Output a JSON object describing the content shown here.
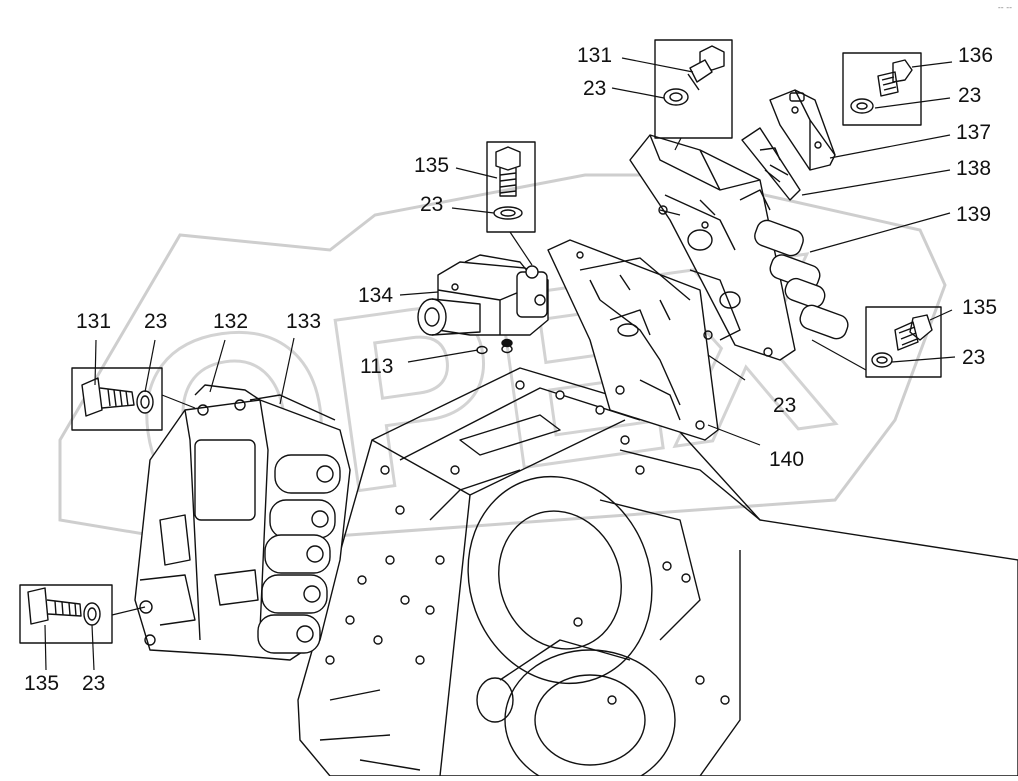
{
  "watermark": {
    "text": "OPEX"
  },
  "corner_mark": "-- --",
  "callouts": [
    {
      "id": "c131a",
      "text": "131"
    },
    {
      "id": "c23a",
      "text": "23"
    },
    {
      "id": "c136",
      "text": "136"
    },
    {
      "id": "c23b",
      "text": "23"
    },
    {
      "id": "c137",
      "text": "137"
    },
    {
      "id": "c138",
      "text": "138"
    },
    {
      "id": "c135a",
      "text": "135"
    },
    {
      "id": "c23c",
      "text": "23"
    },
    {
      "id": "c139",
      "text": "139"
    },
    {
      "id": "c134",
      "text": "134"
    },
    {
      "id": "c135b",
      "text": "135"
    },
    {
      "id": "c23d",
      "text": "23"
    },
    {
      "id": "c113",
      "text": "113"
    },
    {
      "id": "c131b",
      "text": "131"
    },
    {
      "id": "c23e",
      "text": "23"
    },
    {
      "id": "c132",
      "text": "132"
    },
    {
      "id": "c133",
      "text": "133"
    },
    {
      "id": "c23f",
      "text": "23"
    },
    {
      "id": "c140",
      "text": "140"
    },
    {
      "id": "c135c",
      "text": "135"
    },
    {
      "id": "c23g",
      "text": "23"
    }
  ]
}
